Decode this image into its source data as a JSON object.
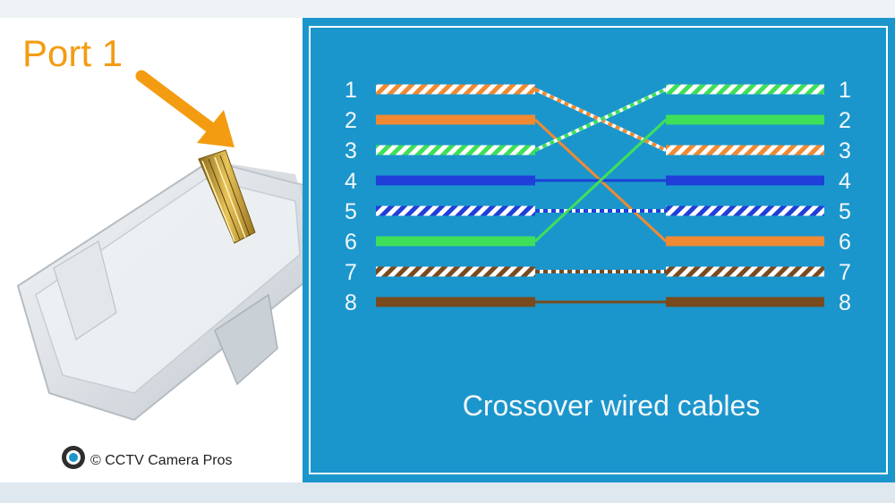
{
  "image": {
    "port_label": "Port 1",
    "copyright": "© CCTV Camera Pros",
    "logo_icon": "camera-lens-logo-icon"
  },
  "diagram": {
    "caption": "Crossover wired cables",
    "colors": {
      "panel_bg": "#1b96cc",
      "panel_border": "#ffffff",
      "arrow": "#f39c12",
      "port_label": "#f39c12",
      "white_stripe": "#ffffff"
    },
    "left_pins": [
      {
        "pin": "1",
        "label": "1",
        "color": "#f08a32",
        "striped": true
      },
      {
        "pin": "2",
        "label": "2",
        "color": "#f08a32",
        "striped": false
      },
      {
        "pin": "3",
        "label": "3",
        "color": "#3ee05a",
        "striped": true
      },
      {
        "pin": "4",
        "label": "4",
        "color": "#1f3fd8",
        "striped": false
      },
      {
        "pin": "5",
        "label": "5",
        "color": "#1f3fd8",
        "striped": true
      },
      {
        "pin": "6",
        "label": "6",
        "color": "#3ee05a",
        "striped": false
      },
      {
        "pin": "7",
        "label": "7",
        "color": "#7a4a1e",
        "striped": true
      },
      {
        "pin": "8",
        "label": "8",
        "color": "#7a4a1e",
        "striped": false
      }
    ],
    "right_pins": [
      {
        "pin": "1",
        "label": "1",
        "color": "#3ee05a",
        "striped": true
      },
      {
        "pin": "2",
        "label": "2",
        "color": "#3ee05a",
        "striped": false
      },
      {
        "pin": "3",
        "label": "3",
        "color": "#f08a32",
        "striped": true
      },
      {
        "pin": "4",
        "label": "4",
        "color": "#1f3fd8",
        "striped": false
      },
      {
        "pin": "5",
        "label": "5",
        "color": "#1f3fd8",
        "striped": true
      },
      {
        "pin": "6",
        "label": "6",
        "color": "#f08a32",
        "striped": false
      },
      {
        "pin": "7",
        "label": "7",
        "color": "#7a4a1e",
        "striped": true
      },
      {
        "pin": "8",
        "label": "8",
        "color": "#7a4a1e",
        "striped": false
      }
    ],
    "connections": [
      {
        "from": "1",
        "to": "3"
      },
      {
        "from": "2",
        "to": "6"
      },
      {
        "from": "3",
        "to": "1"
      },
      {
        "from": "4",
        "to": "4"
      },
      {
        "from": "5",
        "to": "5"
      },
      {
        "from": "6",
        "to": "2"
      },
      {
        "from": "7",
        "to": "7"
      },
      {
        "from": "8",
        "to": "8"
      }
    ]
  }
}
